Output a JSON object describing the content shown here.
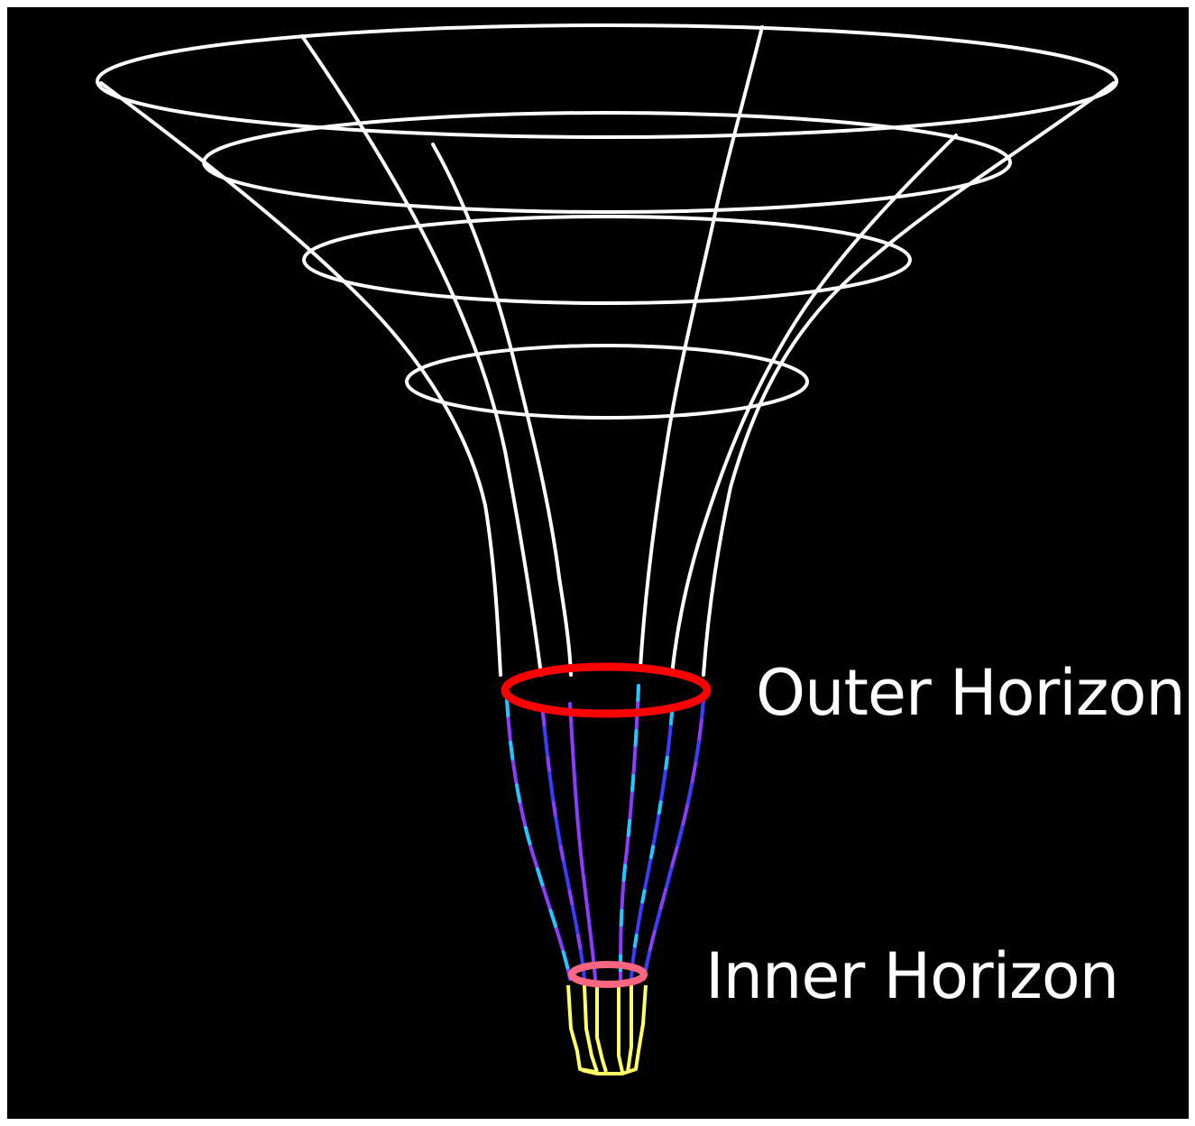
{
  "labels": {
    "outer": "Outer Horizon",
    "inner": "Inner Horizon"
  },
  "colors": {
    "background": "#000000",
    "grid": "#ffffff",
    "outer_horizon": "#ff0000",
    "inner_horizon": "#ff6680",
    "between_a": "#8a3cff",
    "between_b": "#22c8ff",
    "between_c": "#3a3cff",
    "inside_inner": "#ffff66"
  },
  "icons": {
    "surface": "embedding-funnel-wireframe"
  }
}
